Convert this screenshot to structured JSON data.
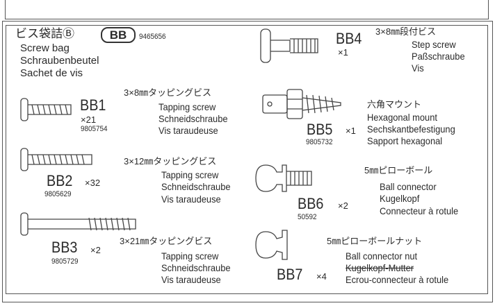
{
  "header": {
    "title_jp": "ビス袋詰Ⓑ",
    "bag_code": "BB",
    "bag_number": "9465656",
    "title_en": "Screw bag",
    "title_de": "Schraubenbeutel",
    "title_fr": "Sachet de vis"
  },
  "parts": [
    {
      "code": "BB1",
      "qty": "×21",
      "number": "9805754",
      "jp": "3×8㎜タッピングビス",
      "en": "Tapping screw",
      "de": "Schneidschraube",
      "fr": "Vis taraudeuse"
    },
    {
      "code": "BB2",
      "qty": "×32",
      "number": "9805629",
      "jp": "3×12㎜タッピングビス",
      "en": "Tapping screw",
      "de": "Schneidschraube",
      "fr": "Vis taraudeuse"
    },
    {
      "code": "BB3",
      "qty": "×2",
      "number": "9805729",
      "jp": "3×21㎜タッピングビス",
      "en": "Tapping screw",
      "de": "Schneidschraube",
      "fr": "Vis taraudeuse"
    },
    {
      "code": "BB4",
      "qty": "×1",
      "jp": "3×8㎜段付ビス",
      "en": "Step screw",
      "de": "Paßschraube",
      "fr": "Vis"
    },
    {
      "code": "BB5",
      "qty": "×1",
      "number": "9805732",
      "jp": "六角マウント",
      "en": "Hexagonal mount",
      "de": "Sechskantbefestigung",
      "fr": "Sapport hexagonal"
    },
    {
      "code": "BB6",
      "qty": "×2",
      "number": "50592",
      "jp": "5㎜ピローボール",
      "en": "Ball connector",
      "de": "Kugelkopf",
      "fr": "Connecteur à rotule"
    },
    {
      "code": "BB7",
      "qty": "×4",
      "jp": "5㎜ピローボールナット",
      "en": "Ball connector nut",
      "de": "Kugelkopf-Mutter",
      "fr": "Ecrou-connecteur à rotule"
    }
  ]
}
